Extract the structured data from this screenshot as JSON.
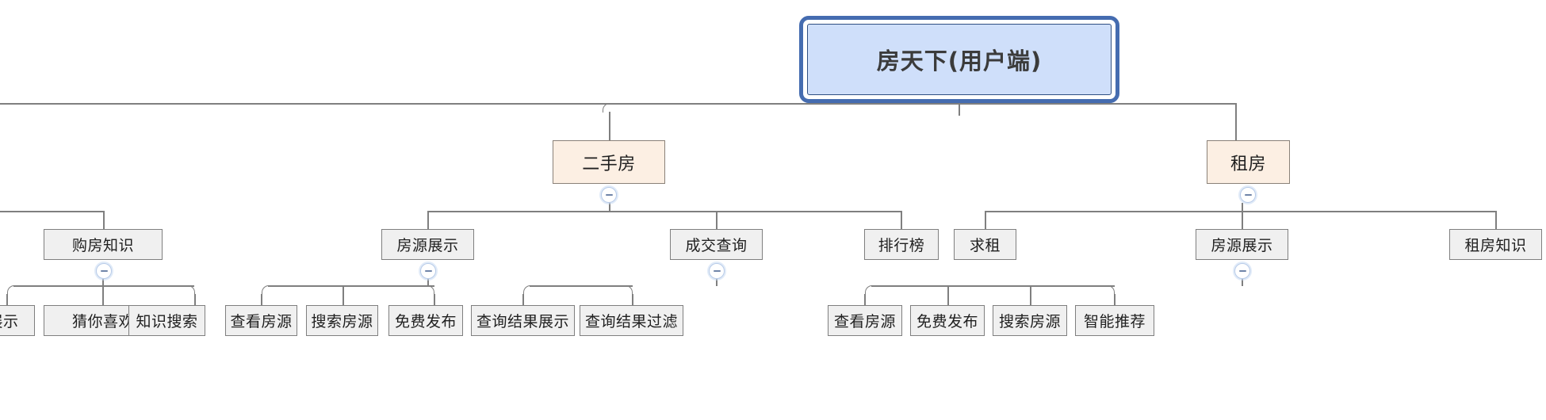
{
  "diagram": {
    "type": "mind-map-tree",
    "title": "房天下(用户端)",
    "orientation": "top-down",
    "colors": {
      "root_fill": "#cfdffa",
      "root_border": "#456cb0",
      "branch_fill": "#fcefe3",
      "branch_border": "#8a8178",
      "leaf_fill": "#f0f0f0",
      "leaf_border": "#7f7f7f",
      "connector": "#7f7f7f",
      "toggle_border": "#b8cbe8",
      "toggle_glyph": "#6f84a8"
    }
  },
  "root": {
    "label": "房天下(用户端)"
  },
  "branches": [
    {
      "label": "二手房",
      "toggle": "collapse-minus"
    },
    {
      "label": "租房",
      "toggle": "collapse-minus"
    }
  ],
  "level3": [
    {
      "label": "购房知识",
      "toggle": "collapse-minus"
    },
    {
      "label": "房源展示",
      "toggle": "collapse-minus"
    },
    {
      "label": "成交查询",
      "toggle": "collapse-minus"
    },
    {
      "label": "排行榜",
      "toggle": null
    },
    {
      "label": "求租",
      "toggle": null
    },
    {
      "label": "房源展示",
      "toggle": "collapse-minus"
    },
    {
      "label": "租房知识",
      "toggle": null
    }
  ],
  "leaves": {
    "gou_fang_zhi_shi": [
      {
        "label": "展示"
      },
      {
        "label": "猜你喜欢"
      },
      {
        "label": "知识搜索"
      }
    ],
    "ershoufang_fangyuan_zhanshi": [
      {
        "label": "查看房源"
      },
      {
        "label": "搜索房源"
      },
      {
        "label": "免费发布"
      }
    ],
    "chengjiao_chaxun": [
      {
        "label": "查询结果展示"
      },
      {
        "label": "查询结果过滤"
      }
    ],
    "zufang_fangyuan_zhanshi": [
      {
        "label": "查看房源"
      },
      {
        "label": "免费发布"
      },
      {
        "label": "搜索房源"
      },
      {
        "label": "智能推荐"
      }
    ]
  }
}
